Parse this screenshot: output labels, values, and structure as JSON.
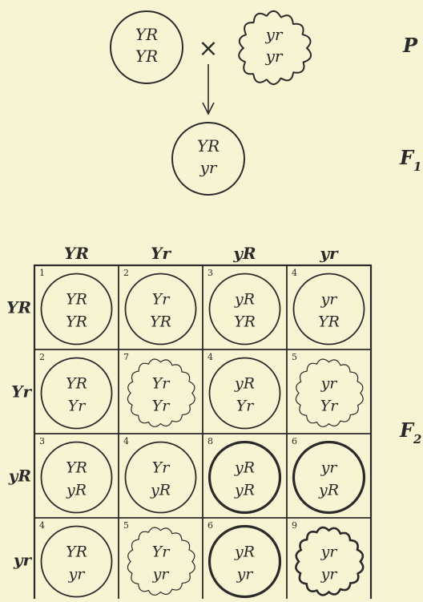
{
  "parents": {
    "left": {
      "top": "YR",
      "bottom": "YR",
      "shape": "round"
    },
    "right": {
      "top": "yr",
      "bottom": "yr",
      "shape": "wrinkled"
    },
    "cross": "×"
  },
  "f1": {
    "top": "YR",
    "bottom": "yr",
    "shape": "round"
  },
  "generation_labels": {
    "p": "P",
    "f1": "F",
    "f1_sub": "1",
    "f2": "F",
    "f2_sub": "2"
  },
  "grid": {
    "col_headers": [
      "YR",
      "Yr",
      "yR",
      "yr"
    ],
    "row_headers": [
      "YR",
      "Yr",
      "yR",
      "yr"
    ],
    "cells": [
      [
        {
          "num": "1",
          "top": "YR",
          "bottom": "YR",
          "shape": "round",
          "bold": false
        },
        {
          "num": "2",
          "top": "Yr",
          "bottom": "YR",
          "shape": "round",
          "bold": false
        },
        {
          "num": "3",
          "top": "yR",
          "bottom": "YR",
          "shape": "round",
          "bold": false
        },
        {
          "num": "4",
          "top": "yr",
          "bottom": "YR",
          "shape": "round",
          "bold": false
        }
      ],
      [
        {
          "num": "2",
          "top": "YR",
          "bottom": "Yr",
          "shape": "round",
          "bold": false
        },
        {
          "num": "7",
          "top": "Yr",
          "bottom": "Yr",
          "shape": "wrinkled",
          "bold": false
        },
        {
          "num": "4",
          "top": "yR",
          "bottom": "Yr",
          "shape": "round",
          "bold": false
        },
        {
          "num": "5",
          "top": "yr",
          "bottom": "Yr",
          "shape": "wrinkled",
          "bold": false
        }
      ],
      [
        {
          "num": "3",
          "top": "YR",
          "bottom": "yR",
          "shape": "round",
          "bold": false
        },
        {
          "num": "4",
          "top": "Yr",
          "bottom": "yR",
          "shape": "round",
          "bold": false
        },
        {
          "num": "8",
          "top": "yR",
          "bottom": "yR",
          "shape": "round",
          "bold": true
        },
        {
          "num": "6",
          "top": "yr",
          "bottom": "yR",
          "shape": "round",
          "bold": true
        }
      ],
      [
        {
          "num": "4",
          "top": "YR",
          "bottom": "yr",
          "shape": "round",
          "bold": false
        },
        {
          "num": "5",
          "top": "Yr",
          "bottom": "yr",
          "shape": "wrinkled",
          "bold": false
        },
        {
          "num": "6",
          "top": "yR",
          "bottom": "yr",
          "shape": "round",
          "bold": true
        },
        {
          "num": "9",
          "top": "yr",
          "bottom": "yr",
          "shape": "wrinkled",
          "bold": true
        }
      ]
    ]
  },
  "colors": {
    "background": "#f7f4d3",
    "ink": "#2a2a2a"
  }
}
